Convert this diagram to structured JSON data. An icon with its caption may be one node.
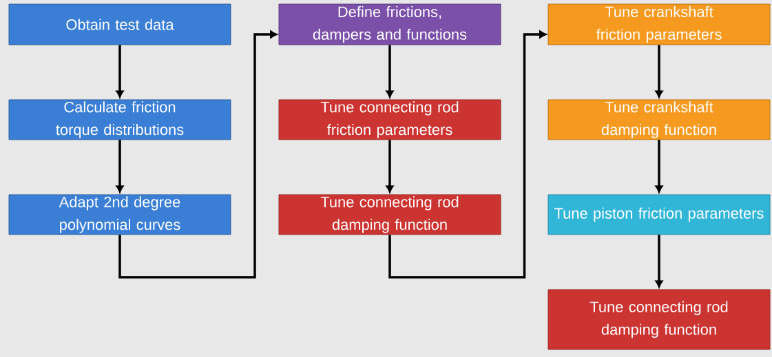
{
  "diagram": {
    "nodes": [
      {
        "text": [
          "Obtain test data"
        ]
      },
      {
        "text": [
          "Calculate friction torque distributions"
        ]
      },
      {
        "text": [
          "Adapt 2nd degree polynomial curves"
        ]
      },
      {
        "text": [
          "Define frictions, dampers and functions"
        ]
      },
      {
        "text": [
          "Tune connecting rod friction parameters"
        ]
      },
      {
        "text": [
          "Tune connecting rod damping function"
        ]
      },
      {
        "text": [
          "Tune crankshaft friction parameters"
        ]
      },
      {
        "text": [
          "Tune crankshaft damping function"
        ]
      },
      {
        "text": [
          "Tune piston friction parameters"
        ]
      },
      {
        "text": [
          "Tune connecting rod damping function"
        ]
      }
    ],
    "edges": [
      {
        "from": 0,
        "to": 1,
        "arrow": "to"
      },
      {
        "from": 1,
        "to": 2,
        "arrow": "to"
      },
      {
        "from": 2,
        "to": 3,
        "arrow": "to"
      },
      {
        "from": 3,
        "to": 4,
        "arrow": "to"
      },
      {
        "from": 4,
        "to": 5,
        "arrow": "to"
      },
      {
        "from": 5,
        "to": 6,
        "arrow": "to"
      },
      {
        "from": 6,
        "to": 7,
        "arrow": "to"
      },
      {
        "from": 7,
        "to": 8,
        "arrow": "to"
      },
      {
        "from": 8,
        "to": 9,
        "arrow": "to"
      }
    ]
  }
}
